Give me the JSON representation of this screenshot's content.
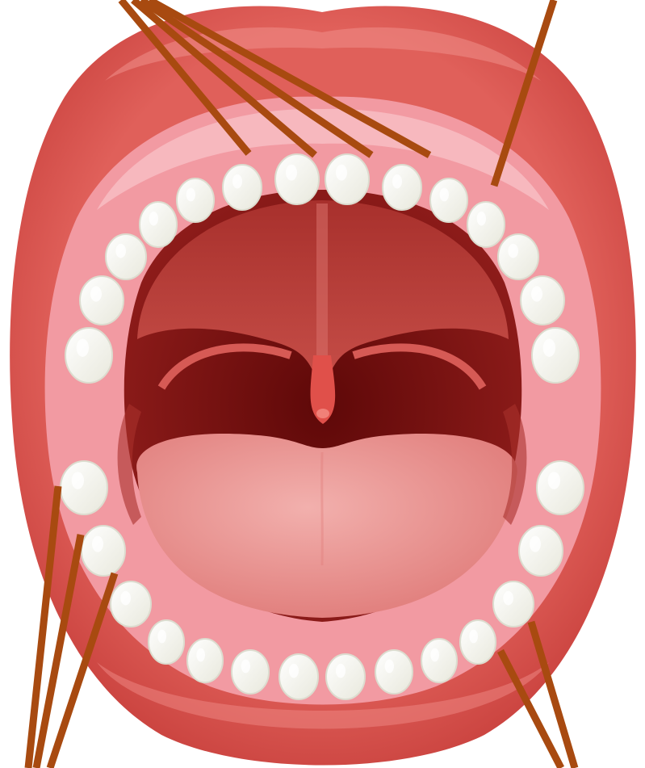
{
  "diagram": {
    "subject": "open-mouth-teeth-anatomy",
    "labels": [],
    "colors": {
      "lip_outer": "#d9534f",
      "lip_highlight": "#ef8a86",
      "gum": "#f29aa2",
      "gum_light": "#f7b8be",
      "mouth_cavity": "#7a0f0f",
      "palate": "#b8403c",
      "tongue": "#e98a88",
      "tongue_light": "#f2b0ad",
      "uvula": "#e0504a",
      "tooth": "#f8f8f2",
      "tooth_shade": "#dcdccf",
      "leader_line": "#a84a10"
    },
    "upper_teeth_count": 14,
    "lower_teeth_count": 14,
    "leader_line_count": 10
  }
}
